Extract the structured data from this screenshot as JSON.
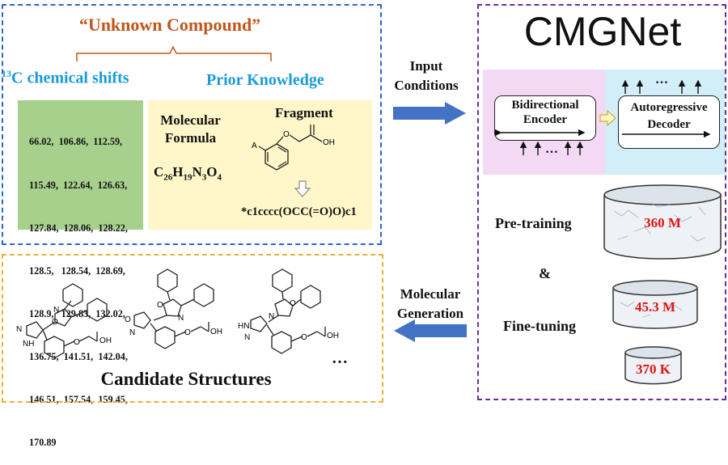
{
  "top_panel": {
    "title": "“Unknown Compound”",
    "shifts_label": "13C chemical shifts",
    "shifts_superscript": "13",
    "shifts_text": "C chemical shifts",
    "prior_label": "Prior Knowledge",
    "shift_rows": [
      "66.02,  106.86,  112.59,",
      "115.49,  122.64,  126.63,",
      "127.84,  128.06,  128.22,",
      "128.5,   128.54,  128.69,",
      "128.9,   129.83,  132.02,",
      "136.75,  141.51,  142.04,",
      "146.51,  157.54,  159.45,",
      "170.89"
    ],
    "formula_label_1": "Molecular",
    "formula_label_2": "Formula",
    "formula": {
      "C": "C",
      "c_n": "26",
      "H": "H",
      "h_n": "19",
      "N": "N",
      "n_n": "3",
      "O": "O",
      "o_n": "4"
    },
    "fragment_label": "Fragment",
    "fragment_atoms": {
      "A": "A",
      "O": "O",
      "OH": "OH"
    },
    "smiles": "*c1cccc(OCC(=O)O)c1"
  },
  "arrows": {
    "input_1": "Input",
    "input_2": "Conditions",
    "gen_1": "Molecular",
    "gen_2": "Generation"
  },
  "right_panel": {
    "title": "CMGNet",
    "encoder_1": "Bidirectional",
    "encoder_2": "Encoder",
    "decoder_1": "Autoregressive",
    "decoder_2": "Decoder",
    "dots": "…",
    "pretraining": "Pre-training",
    "ampersand": "&",
    "finetuning": "Fine-tuning",
    "db_1": "360 M",
    "db_2": "45.3 M",
    "db_3": "370 K"
  },
  "bottom_panel": {
    "title": "Candidate Structures",
    "ellipsis": "…",
    "atoms": {
      "O": "O",
      "N": "N",
      "HN": "HN",
      "NH": "NH",
      "OH": "OH"
    }
  },
  "colors": {
    "blue_dash": "#2e66c9",
    "purple_dash": "#6a2f9a",
    "orange_dash": "#e8b43a",
    "title_orange": "#c0561a",
    "light_blue_text": "#1a9bd7",
    "green_box": "#a8d08d",
    "yellow_box": "#fff7c9",
    "pink_bg": "#f4d9f4",
    "cyan_bg": "#d2eef8",
    "db_text": "#e01414",
    "arrow_blue": "#4472c4"
  }
}
